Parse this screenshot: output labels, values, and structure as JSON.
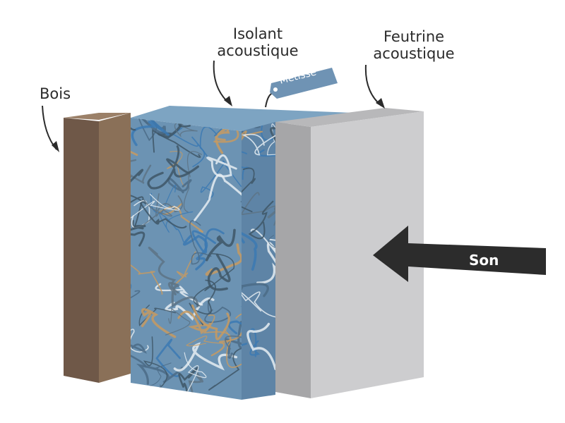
{
  "labels": {
    "bois": "Bois",
    "isolant_line1": "Isolant",
    "isolant_line2": "acoustique",
    "feutrine_line1": "Feutrine",
    "feutrine_line2": "acoustique",
    "son": "Son",
    "brand_tag": "Métisse"
  },
  "colors": {
    "wood_front": "#6f5848",
    "wood_side": "#8a7058",
    "wood_top": "#9b8068",
    "insulation_front": "#6c93b3",
    "insulation_side": "#5e84a6",
    "insulation_top": "#7da4c2",
    "felt_front": "#cdcdcf",
    "felt_side": "#a6a6a8",
    "felt_top": "#b8b8ba",
    "arrow": "#2c2c2c",
    "tag": "#6f93b4",
    "text": "#2b2b2b"
  },
  "icons": [
    "curved-pointer-arrow",
    "sound-direction-arrow",
    "brand-tag"
  ]
}
